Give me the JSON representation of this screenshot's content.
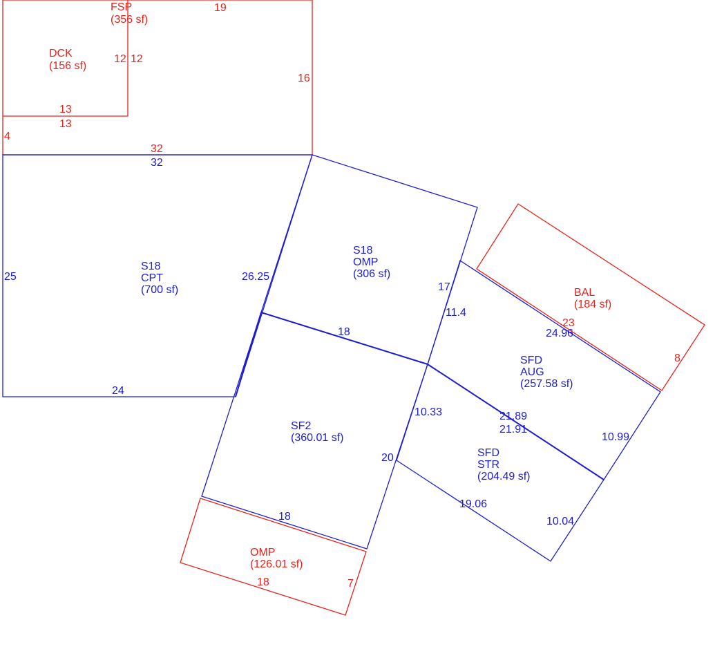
{
  "colors": {
    "addition": "#e8221b",
    "main": "#1c1ccf"
  },
  "areas": {
    "fsp": {
      "code": "FSP",
      "area": "(356 sf)"
    },
    "dck": {
      "code": "DCK",
      "area": "(156 sf)"
    },
    "s18_cpt": {
      "line1": "S18",
      "line2": "CPT",
      "area": "(700 sf)"
    },
    "s18_omp": {
      "line1": "S18",
      "line2": "OMP",
      "area": "(306 sf)"
    },
    "bal": {
      "code": "BAL",
      "area": "(184 sf)"
    },
    "sfd_aug": {
      "line1": "SFD",
      "line2": "AUG",
      "area": "(257.58 sf)"
    },
    "sf2": {
      "code": "SF2",
      "area": "(360.01 sf)"
    },
    "sfd_str": {
      "line1": "SFD",
      "line2": "STR",
      "area": "(204.49 sf)"
    },
    "omp": {
      "code": "OMP",
      "area": "(126.01 sf)"
    }
  },
  "dimensions": {
    "fsp_top": "19",
    "dck_right_a": "12",
    "dck_right_b": "12",
    "fsp_right": "16",
    "dck_bottom_a": "13",
    "dck_bottom_b": "13",
    "fsp_left": "4",
    "fsp_bottom": "32",
    "cpt_top": "32",
    "cpt_left": "25",
    "cpt_right": "26.25",
    "cpt_bottom": "24",
    "omp_upper_right": "17",
    "aug_left": "11.4",
    "omp_upper_bottom": "18",
    "bal_bottom": "23",
    "aug_top": "24.96",
    "bal_right": "8",
    "str_left": "10.33",
    "aug_bottom": "21.89",
    "str_top": "21.91",
    "aug_right": "10.99",
    "sf2_right": "20",
    "str_bottom": "19.06",
    "str_right": "10.04",
    "sf2_bottom": "18",
    "omp_bottom": "18",
    "omp_right": "7"
  }
}
